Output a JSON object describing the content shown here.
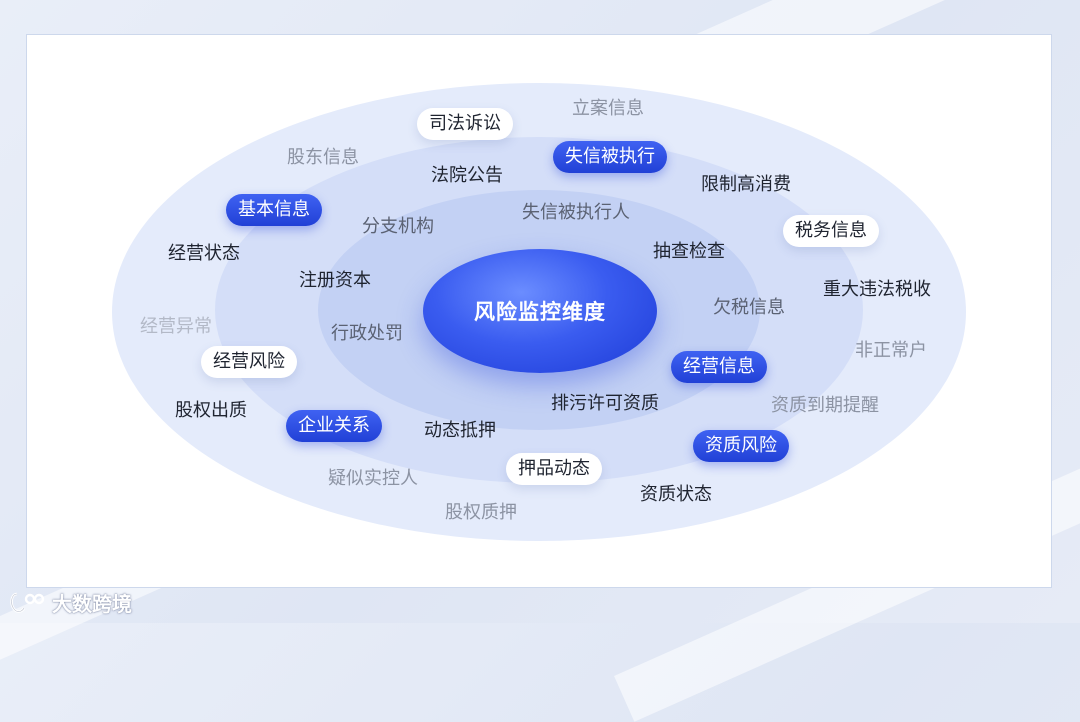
{
  "center": {
    "label": "风险监控维度"
  },
  "pills": {
    "sifa": "司法诉讼",
    "shixin_zhixing": "失信被执行",
    "jiben": "基本信息",
    "shuiwu": "税务信息",
    "jingying_fengxian": "经营风险",
    "jingying_xinxi": "经营信息",
    "qiye_guanxi": "企业关系",
    "zizhi_fengxian": "资质风险",
    "yapin": "押品动态"
  },
  "labels": {
    "lian": "立案信息",
    "gudong": "股东信息",
    "fayuan": "法院公告",
    "xianzhi": "限制高消费",
    "fenzhi": "分支机构",
    "shixin_ren": "失信被执行人",
    "jingying_zhuangtai": "经营状态",
    "choucha": "抽查检查",
    "zhuce": "注册资本",
    "zhongda": "重大违法税收",
    "jingying_yichang": "经营异常",
    "qianshui": "欠税信息",
    "xingzheng": "行政处罚",
    "feizheng": "非正常户",
    "guquan_chuzhi": "股权出质",
    "paiwu": "排污许可资质",
    "zizhi_daoqi": "资质到期提醒",
    "dongtai": "动态抵押",
    "yisi": "疑似实控人",
    "zizhi_zhuangtai": "资质状态",
    "guquan_zhiya": "股权质押"
  },
  "watermark": {
    "text": "大数跨境"
  }
}
